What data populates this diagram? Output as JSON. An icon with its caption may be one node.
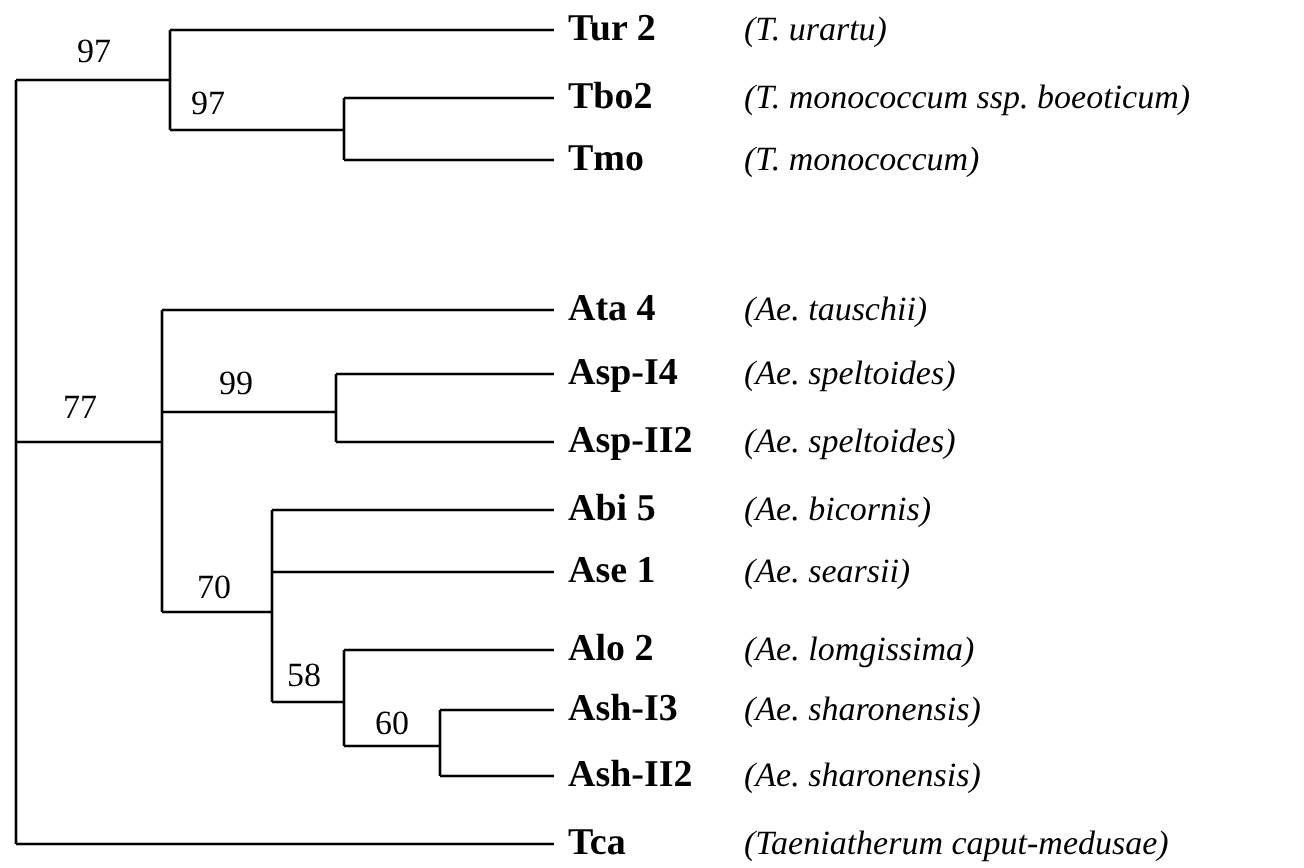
{
  "diagram": {
    "nodes": [
      {
        "text": [
          "Tur 2"
        ],
        "beside": [
          "(T. urartu)"
        ]
      },
      {
        "text": [
          "Tbo2"
        ],
        "beside": [
          "(T. monococcum ssp. boeoticum)"
        ]
      },
      {
        "text": [
          "Tmo"
        ],
        "beside": [
          "(T. monococcum)"
        ]
      },
      {
        "text": [
          "Ata 4"
        ],
        "beside": [
          "(Ae. tauschii)"
        ]
      },
      {
        "text": [
          "Asp-I4"
        ],
        "beside": [
          "(Ae. speltoides)"
        ]
      },
      {
        "text": [
          "Asp-II2"
        ],
        "beside": [
          "(Ae. speltoides)"
        ]
      },
      {
        "text": [
          "Abi 5"
        ],
        "beside": [
          "(Ae. bicornis)"
        ]
      },
      {
        "text": [
          "Ase 1"
        ],
        "beside": [
          "(Ae. searsii)"
        ]
      },
      {
        "text": [
          "Alo 2"
        ],
        "beside": [
          "(Ae. lomgissima)"
        ]
      },
      {
        "text": [
          "Ash-I3"
        ],
        "beside": [
          "(Ae. sharonensis)"
        ]
      },
      {
        "text": [
          "Ash-II2"
        ],
        "beside": [
          "(Ae. sharonensis)"
        ]
      },
      {
        "text": [
          "Tca"
        ]
      }
    ],
    "edges": [
      {
        "from": null,
        "to": 0,
        "arrow": "none"
      },
      {
        "from": null,
        "to": 1,
        "arrow": "none"
      },
      {
        "from": null,
        "to": 2,
        "arrow": "none"
      },
      {
        "from": null,
        "to": 3,
        "arrow": "none"
      },
      {
        "from": null,
        "to": 4,
        "arrow": "none"
      },
      {
        "from": null,
        "to": 5,
        "arrow": "none"
      },
      {
        "from": null,
        "to": 6,
        "arrow": "none"
      },
      {
        "from": null,
        "to": 7,
        "arrow": "none"
      },
      {
        "from": null,
        "to": 8,
        "arrow": "none"
      },
      {
        "from": null,
        "to": 9,
        "arrow": "none"
      },
      {
        "from": null,
        "to": 10,
        "arrow": "none"
      },
      {
        "from": null,
        "to": 11,
        "arrow": "none"
      }
    ],
    "labels": [
      "97",
      "97",
      "77",
      "99",
      "70",
      "58",
      "60",
      "(Taeniatherum caput-medusae)"
    ]
  }
}
